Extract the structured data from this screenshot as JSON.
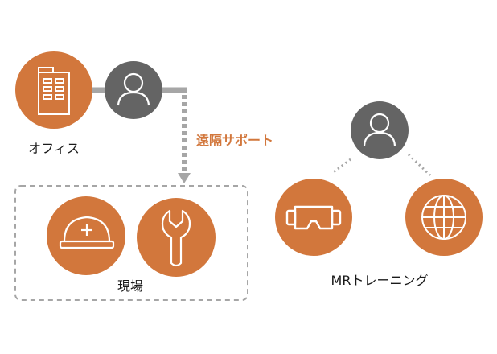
{
  "colors": {
    "orange": "#d2773c",
    "dark": "#646464",
    "line": "#a6a6a6"
  },
  "office": {
    "label": "オフィス",
    "icon": "building-icon"
  },
  "remote_support": {
    "label": "遠隔サポート"
  },
  "site": {
    "label": "現場",
    "icons": [
      "helmet-icon",
      "wrench-icon"
    ]
  },
  "mr_training": {
    "label": "MRトレーニング",
    "icons": [
      "vr-goggles-icon",
      "globe-icon"
    ]
  },
  "people": [
    "person-icon",
    "person-icon"
  ]
}
